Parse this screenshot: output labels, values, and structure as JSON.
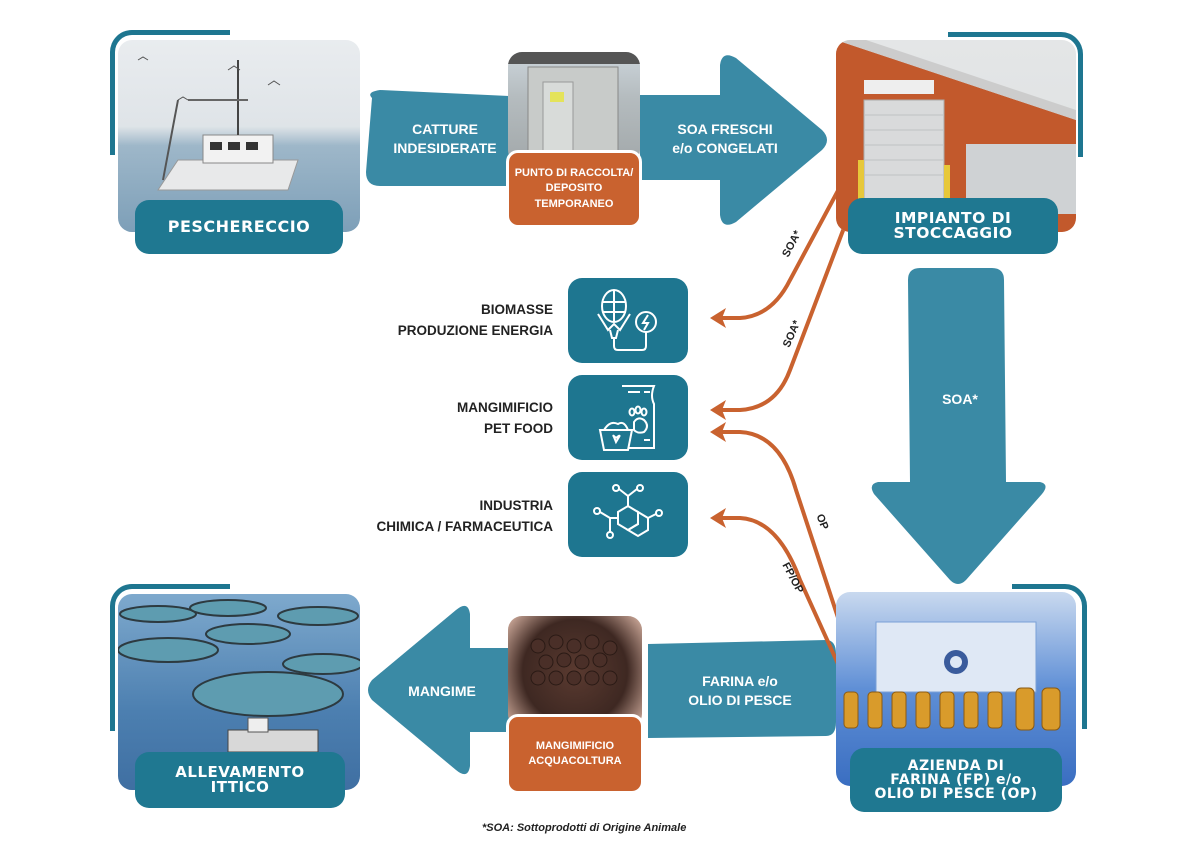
{
  "colors": {
    "teal_dark": "#1e7690",
    "teal_arrow": "#3a8aa5",
    "orange": "#c9622f",
    "text_dark": "#222222"
  },
  "nodes": {
    "peschereccio": {
      "title": "PESCHERECCIO",
      "image": "fishing-boat-photo"
    },
    "raccolta": {
      "lines": [
        "PUNTO DI RACCOLTA/",
        "DEPOSITO",
        "TEMPORANEO"
      ],
      "image": "storage-container-photo"
    },
    "stoccaggio": {
      "lines": [
        "IMPIANTO DI",
        "STOCCAGGIO"
      ],
      "image": "warehouse-photo"
    },
    "azienda": {
      "lines": [
        "AZIENDA DI",
        "FARINA (FP) e/o",
        "OLIO DI PESCE (OP)"
      ],
      "image": "factory-photo"
    },
    "mangimificio_acq": {
      "lines": [
        "MANGIMIFICIO",
        "ACQUACOLTURA"
      ],
      "image": "feed-pellets-photo"
    },
    "allevamento": {
      "lines": [
        "ALLEVAMENTO",
        "ITTICO"
      ],
      "image": "fish-farm-photo"
    }
  },
  "arrows": {
    "catture": [
      "CATTURE",
      "INDESIDERATE"
    ],
    "soa_freschi": [
      "SOA FRESCHI",
      "e/o CONGELATI"
    ],
    "soa_down": "SOA*",
    "farina": [
      "FARINA e/o",
      "OLIO DI PESCE"
    ],
    "mangime": "MANGIME"
  },
  "destinations": [
    {
      "lines": [
        "BIOMASSE",
        "PRODUZIONE ENERGIA"
      ],
      "icon": "corn-energy-icon"
    },
    {
      "lines": [
        "MANGIMIFICIO",
        "PET FOOD"
      ],
      "icon": "pet-food-icon"
    },
    {
      "lines": [
        "INDUSTRIA",
        "CHIMICA / FARMACEUTICA"
      ],
      "icon": "molecule-icon"
    }
  ],
  "flow_labels": {
    "soa_1": "SOA*",
    "soa_2": "SOA*",
    "op": "OP",
    "fp_op": "FP/OP"
  },
  "footnote": "*SOA: Sottoprodotti di Origine Animale"
}
